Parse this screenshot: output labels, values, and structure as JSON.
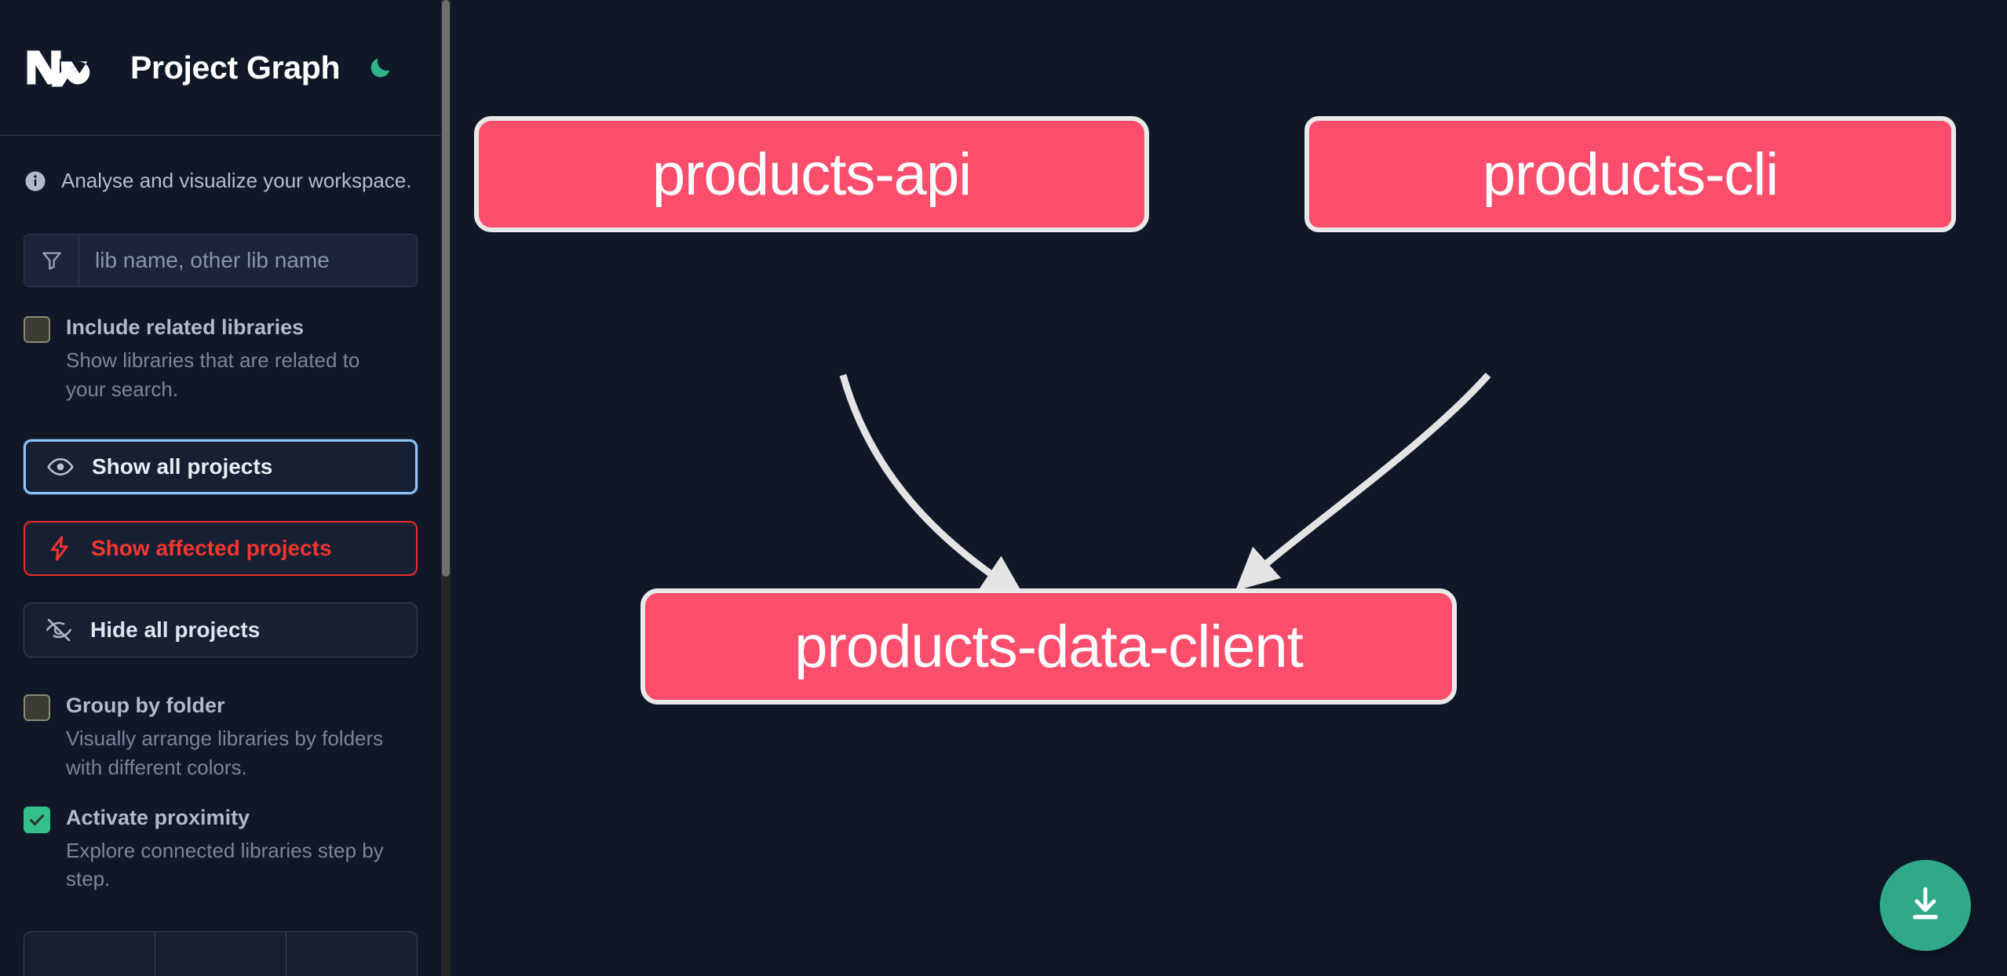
{
  "theme": {
    "background": "#101828",
    "node_fill": "#FB4E6D",
    "node_border": "#E9E9E9",
    "edge_color": "#E4E4E4",
    "accent_green": "#34C08A",
    "fab_green": "#2FA987",
    "danger_red": "#F5352F",
    "focus_blue": "#8EC3F5"
  },
  "sidebar": {
    "brand": {
      "logo_name": "nx-logo",
      "title": "Project Graph",
      "theme_toggle_icon": "moon-icon"
    },
    "analyse": {
      "icon": "info-icon",
      "text": "Analyse and visualize your workspace."
    },
    "search": {
      "icon": "filter-icon",
      "value": "",
      "placeholder": "lib name, other lib name"
    },
    "options": [
      {
        "id": "include-related-libraries",
        "label": "Include related libraries",
        "description": "Show libraries that are related to your search.",
        "checked": false
      },
      {
        "id": "group-by-folder",
        "label": "Group by folder",
        "description": "Visually arrange libraries by folders with different colors.",
        "checked": false
      },
      {
        "id": "activate-proximity",
        "label": "Activate proximity",
        "description": "Explore connected libraries step by step.",
        "checked": true
      }
    ],
    "buttons": [
      {
        "id": "show-all-projects",
        "label": "Show all projects",
        "icon": "eye-icon",
        "state": "selected"
      },
      {
        "id": "show-affected-projects",
        "label": "Show affected projects",
        "icon": "lightning-bolt-icon",
        "state": "danger"
      },
      {
        "id": "hide-all-projects",
        "label": "Hide all projects",
        "icon": "eye-off-icon",
        "state": "default"
      }
    ],
    "scrollbar": {
      "name": "sidebar-scrollbar"
    }
  },
  "graph": {
    "nodes": [
      {
        "id": "products-api",
        "label": "products-api"
      },
      {
        "id": "products-cli",
        "label": "products-cli"
      },
      {
        "id": "products-data-client",
        "label": "products-data-client"
      }
    ],
    "edges": [
      {
        "from": "products-api",
        "to": "products-data-client"
      },
      {
        "from": "products-cli",
        "to": "products-data-client"
      }
    ]
  },
  "fab": {
    "id": "download-button",
    "icon": "download-icon"
  }
}
